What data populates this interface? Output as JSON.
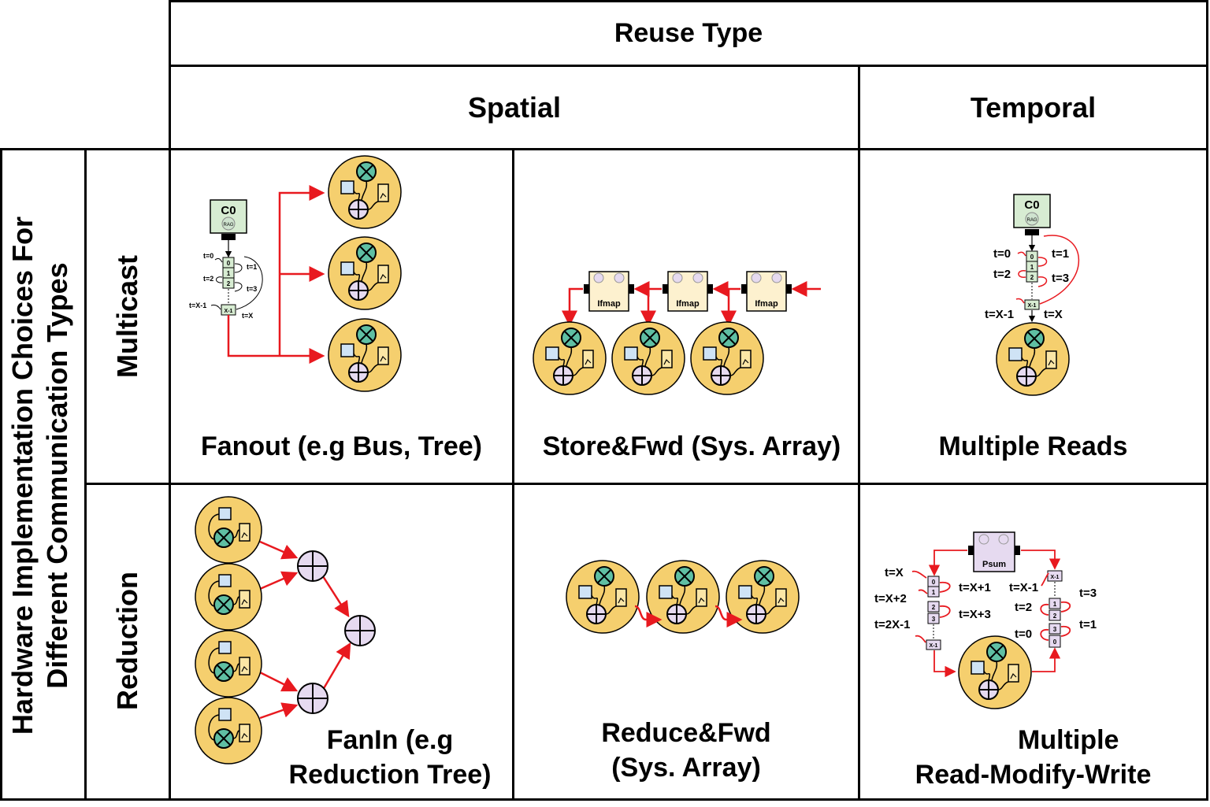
{
  "header": {
    "reuse_type": "Reuse Type",
    "spatial": "Spatial",
    "temporal": "Temporal"
  },
  "rows": {
    "axis_title_line1": "Hardware Implementation Choices For",
    "axis_title_line2": "Different Communication Types",
    "multicast": "Multicast",
    "reduction": "Reduction"
  },
  "cells": {
    "fanout": "Fanout (e.g Bus, Tree)",
    "store_fwd": "Store&Fwd (Sys. Array)",
    "multiple_reads": "Multiple Reads",
    "fanin_line1": "FanIn (e.g",
    "fanin_line2": "Reduction Tree)",
    "reduce_fwd_line1": "Reduce&Fwd",
    "reduce_fwd_line2": "(Sys. Array)",
    "mrmw_line1": "Multiple",
    "mrmw_line2": "Read-Modify-Write"
  },
  "diagram_labels": {
    "c0": "C0",
    "rag": "RAG",
    "ifmap": "Ifmap",
    "psum": "Psum",
    "fanout_times": [
      "t=0",
      "t=1",
      "t=2",
      "t=3",
      "t=X-1",
      "t=X"
    ],
    "fanout_buffer": [
      "0",
      "1",
      "2",
      "X-1"
    ],
    "reads_times": [
      "t=0",
      "t=1",
      "t=2",
      "t=3",
      "t=X-1",
      "t=X"
    ],
    "rmw_left_times": [
      "t=X",
      "t=X+1",
      "t=X+2",
      "t=X+3",
      "t=2X-1"
    ],
    "rmw_right_times": [
      "t=X-1",
      "t=3",
      "t=2",
      "t=1",
      "t=0"
    ],
    "rmw_left_buffer": [
      "0",
      "1",
      "2",
      "3",
      "X-1"
    ],
    "rmw_right_buffer": [
      "X-1",
      "1",
      "2",
      "3",
      "0"
    ]
  },
  "colors": {
    "pe_fill": "#f5cf6e",
    "arrow_red": "#e8191f",
    "mult_fill": "#5fbfa3",
    "adder_fill": "#e6daf0",
    "square_fill": "#cfe3f5",
    "memory_fill": "#fbe6a6",
    "c0_fill": "#d7ecd2",
    "buffer_fill": "#d7ecd2",
    "ifmap_fill": "#fdf1cf",
    "psum_fill": "#e6daf0"
  }
}
